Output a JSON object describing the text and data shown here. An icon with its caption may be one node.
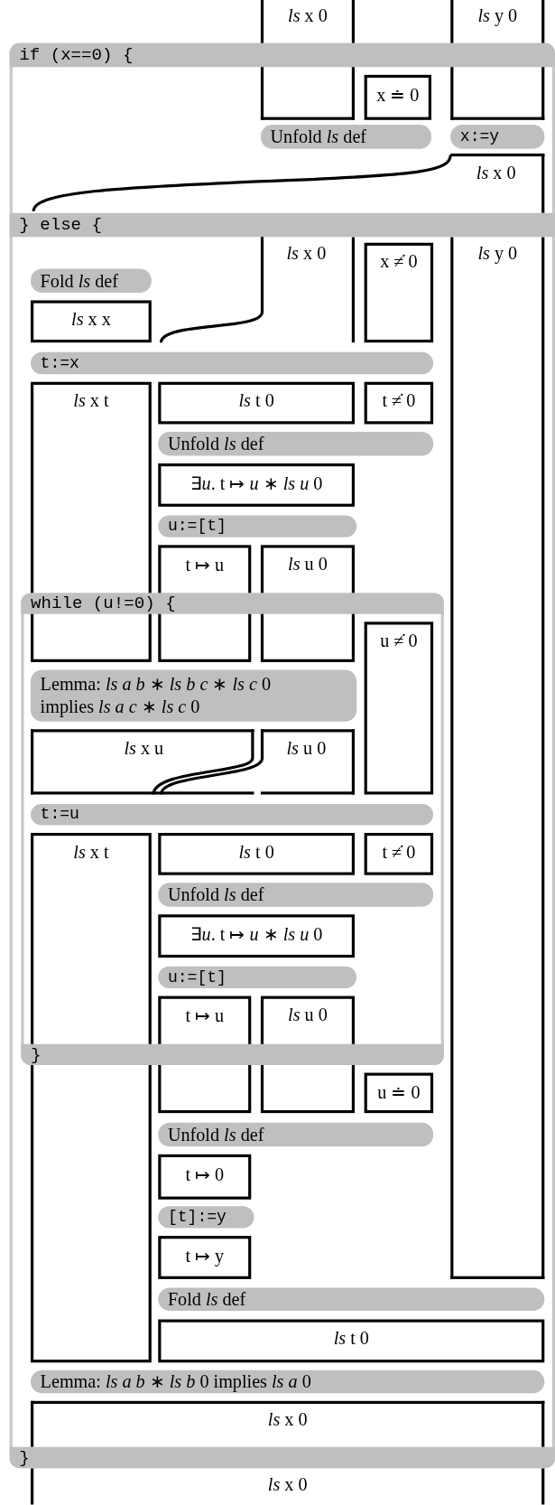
{
  "diagram": {
    "nodes": [
      {
        "text": [
          "*ls* x 0"
        ]
      },
      {
        "text": [
          "*ls* y 0"
        ]
      },
      {
        "text": [],
        "shape": "box"
      },
      {
        "text": [
          "if (x==0) {"
        ],
        "in": 2
      },
      {
        "text": [
          "x ≐ 0"
        ],
        "in": 2
      },
      {
        "text": [
          "Unfold *ls* def"
        ],
        "in": 2
      },
      {
        "text": [
          "x:=y"
        ],
        "in": 2
      },
      {
        "text": [
          "*ls* x 0"
        ],
        "in": 2
      },
      {
        "text": [
          "} else {"
        ],
        "in": 2
      },
      {
        "text": [
          "*ls* x 0"
        ],
        "in": 2
      },
      {
        "text": [
          "x ≠̇ 0"
        ],
        "in": 2
      },
      {
        "text": [
          "*ls* y 0"
        ],
        "in": 2
      },
      {
        "text": [
          "Fold *ls* def"
        ],
        "in": 2
      },
      {
        "text": [
          "*ls* x x"
        ],
        "in": 2
      },
      {
        "text": [
          "t:=x"
        ],
        "in": 2
      },
      {
        "text": [
          "*ls* x t"
        ],
        "in": 2
      },
      {
        "text": [
          "*ls* t 0"
        ],
        "in": 2
      },
      {
        "text": [
          "t ≠̇ 0"
        ],
        "in": 2
      },
      {
        "text": [
          "Unfold *ls* def"
        ],
        "in": 2
      },
      {
        "text": [
          "∃*u*. t ↦ *u* ∗ *ls u* 0"
        ],
        "in": 2
      },
      {
        "text": [
          "u:=[t]"
        ],
        "in": 2
      },
      {
        "text": [
          "t ↦ u"
        ],
        "in": 2
      },
      {
        "text": [
          "*ls* u 0"
        ],
        "in": 2
      },
      {
        "text": [],
        "shape": "box",
        "in": 2
      },
      {
        "text": [
          "while (u!=0) {"
        ],
        "in": 23
      },
      {
        "text": [
          "u ≠̇ 0"
        ],
        "in": 23
      },
      {
        "text": [
          "Lemma: *ls a b* ∗ *ls b c* ∗ *ls c* 0 implies *ls a c* ∗ *ls c* 0"
        ],
        "in": 23
      },
      {
        "text": [
          "*ls* x u"
        ],
        "in": 23
      },
      {
        "text": [
          "*ls* u 0"
        ],
        "in": 23
      },
      {
        "text": [
          "t:=u"
        ],
        "in": 23
      },
      {
        "text": [
          "*ls* x t"
        ],
        "in": 2
      },
      {
        "text": [
          "*ls* t 0"
        ],
        "in": 23
      },
      {
        "text": [
          "t ≠̇ 0"
        ],
        "in": 23
      },
      {
        "text": [
          "Unfold *ls* def"
        ],
        "in": 23
      },
      {
        "text": [
          "∃*u*. t ↦ *u* ∗ *ls u* 0"
        ],
        "in": 23
      },
      {
        "text": [
          "u:=[t]"
        ],
        "in": 23
      },
      {
        "text": [
          "t ↦ u"
        ],
        "in": 2
      },
      {
        "text": [
          "*ls* u 0"
        ],
        "in": 2
      },
      {
        "text": [
          "}"
        ],
        "in": 23
      },
      {
        "text": [
          "u ≐ 0"
        ],
        "in": 2
      },
      {
        "text": [
          "Unfold *ls* def"
        ],
        "in": 2
      },
      {
        "text": [
          "t ↦ 0"
        ],
        "in": 2
      },
      {
        "text": [
          "[t]:=y"
        ],
        "in": 2
      },
      {
        "text": [
          "t ↦ y"
        ],
        "in": 2
      },
      {
        "text": [
          "Fold *ls* def"
        ],
        "in": 2
      },
      {
        "text": [
          "*ls* t 0"
        ],
        "in": 2
      },
      {
        "text": [
          "Lemma: *ls a b* ∗ *ls b* 0 implies *ls a* 0"
        ],
        "in": 2
      },
      {
        "text": [
          "*ls* x 0"
        ],
        "in": 2
      },
      {
        "text": [
          "}"
        ],
        "in": 2
      },
      {
        "text": [
          "*ls* x 0"
        ]
      }
    ]
  }
}
